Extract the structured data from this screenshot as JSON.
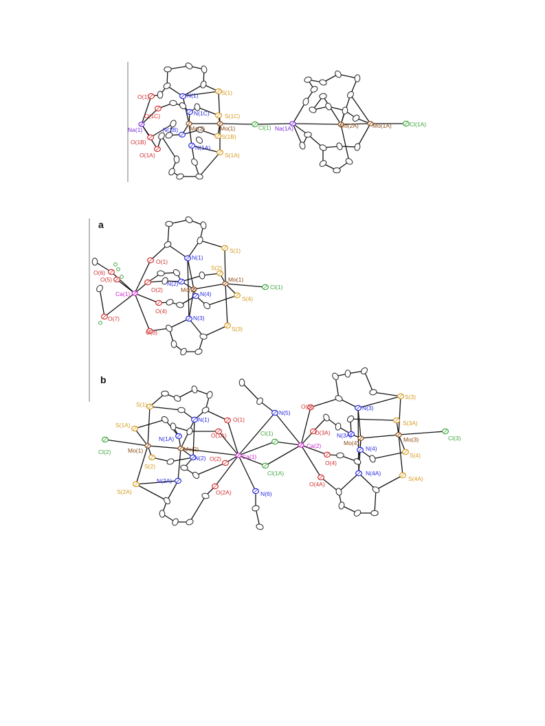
{
  "colors": {
    "O": "#d03030",
    "N": "#2a2ae0",
    "S": "#d69a1e",
    "Mo": "#8a4a14",
    "Cl": "#3da63d",
    "Na": "#7a2be0",
    "Ca": "#cc22cc",
    "C": "#555555",
    "H": "#3da63d"
  },
  "figure1": {
    "atoms": [
      {
        "el": "O",
        "label": "O(1)"
      },
      {
        "el": "O",
        "label": "O(1C)"
      },
      {
        "el": "Na",
        "label": "Na(1)"
      },
      {
        "el": "O",
        "label": "O(1B)"
      },
      {
        "el": "O",
        "label": "O(1A)"
      },
      {
        "el": "N",
        "label": "N(1)"
      },
      {
        "el": "N",
        "label": "N(1C)"
      },
      {
        "el": "N",
        "label": "N(1B)"
      },
      {
        "el": "N",
        "label": "N(1A)"
      },
      {
        "el": "Mo",
        "label": "Mo(2)"
      },
      {
        "el": "Mo",
        "label": "Mo(1)"
      },
      {
        "el": "S",
        "label": "S(1)"
      },
      {
        "el": "S",
        "label": "S(1C)"
      },
      {
        "el": "S",
        "label": "S(1B)"
      },
      {
        "el": "S",
        "label": "S(1A)"
      },
      {
        "el": "Cl",
        "label": "Cl(1)"
      },
      {
        "el": "Na",
        "label": "Na(1A)"
      },
      {
        "el": "Mo",
        "label": "Mo(2A)"
      },
      {
        "el": "Mo",
        "label": "Mo(1A)"
      },
      {
        "el": "Cl",
        "label": "Cl(1A)"
      }
    ]
  },
  "figure2": {
    "panel_label": "a",
    "atoms": [
      {
        "el": "O",
        "label": "O(1)"
      },
      {
        "el": "O",
        "label": "O(6)"
      },
      {
        "el": "O",
        "label": "O(5)"
      },
      {
        "el": "Ca",
        "label": "Ca(1)"
      },
      {
        "el": "O",
        "label": "O(7)"
      },
      {
        "el": "O",
        "label": "O(2)"
      },
      {
        "el": "O",
        "label": "O(4)"
      },
      {
        "el": "O",
        "label": "O(3)"
      },
      {
        "el": "N",
        "label": "N(1)"
      },
      {
        "el": "N",
        "label": "N(2)"
      },
      {
        "el": "N",
        "label": "N(4)"
      },
      {
        "el": "N",
        "label": "N(3)"
      },
      {
        "el": "Mo",
        "label": "Mo(2)"
      },
      {
        "el": "Mo",
        "label": "Mo(1)"
      },
      {
        "el": "S",
        "label": "S(1)"
      },
      {
        "el": "S",
        "label": "S(2)"
      },
      {
        "el": "S",
        "label": "S(4)"
      },
      {
        "el": "S",
        "label": "S(3)"
      },
      {
        "el": "Cl",
        "label": "Cl(1)"
      }
    ]
  },
  "figure3": {
    "panel_label": "b",
    "atoms": [
      {
        "el": "S",
        "label": "S(1)"
      },
      {
        "el": "S",
        "label": "S(1A)"
      },
      {
        "el": "Cl",
        "label": "Cl(2)"
      },
      {
        "el": "Mo",
        "label": "Mo(1)"
      },
      {
        "el": "S",
        "label": "S(2)"
      },
      {
        "el": "S",
        "label": "S(2A)"
      },
      {
        "el": "N",
        "label": "N(1)"
      },
      {
        "el": "N",
        "label": "N(1A)"
      },
      {
        "el": "Mo",
        "label": "Mo(2)"
      },
      {
        "el": "N",
        "label": "N(2)"
      },
      {
        "el": "N",
        "label": "N(2A)"
      },
      {
        "el": "O",
        "label": "O(1)"
      },
      {
        "el": "O",
        "label": "O(1A)"
      },
      {
        "el": "O",
        "label": "O(2)"
      },
      {
        "el": "O",
        "label": "O(2A)"
      },
      {
        "el": "Ca",
        "label": "Ca(1)"
      },
      {
        "el": "N",
        "label": "N(5)"
      },
      {
        "el": "N",
        "label": "N(6)"
      },
      {
        "el": "Cl",
        "label": "Cl(1)"
      },
      {
        "el": "Cl",
        "label": "Cl(1A)"
      },
      {
        "el": "Ca",
        "label": "Ca(2)"
      },
      {
        "el": "O",
        "label": "O(3)"
      },
      {
        "el": "O",
        "label": "O(3A)"
      },
      {
        "el": "N",
        "label": "N(3A)"
      },
      {
        "el": "N",
        "label": "N(3)"
      },
      {
        "el": "S",
        "label": "S(3)"
      },
      {
        "el": "S",
        "label": "S(3A)"
      },
      {
        "el": "Mo",
        "label": "Mo(4)"
      },
      {
        "el": "Mo",
        "label": "Mo(3)"
      },
      {
        "el": "Cl",
        "label": "Cl(3)"
      },
      {
        "el": "N",
        "label": "N(4)"
      },
      {
        "el": "S",
        "label": "S(4)"
      },
      {
        "el": "O",
        "label": "O(4)"
      },
      {
        "el": "N",
        "label": "N(4A)"
      },
      {
        "el": "O",
        "label": "O(4A)"
      },
      {
        "el": "S",
        "label": "S(4A)"
      }
    ]
  }
}
